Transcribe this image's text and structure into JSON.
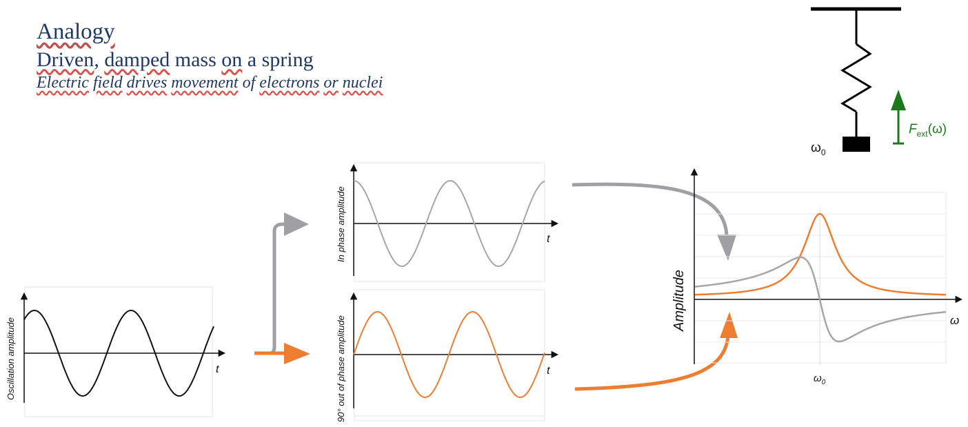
{
  "header": {
    "title": "Analogy",
    "subtitle_parts": [
      "Driven",
      ", ",
      "damped",
      " mass ",
      "on",
      " a spring"
    ],
    "subtitle2_parts": [
      "Electric",
      " ",
      "field",
      " ",
      "drives",
      " ",
      "movement",
      " of ",
      "electrons",
      " ",
      "or",
      " ",
      "nuclei"
    ]
  },
  "spring_diagram": {
    "resonance_label": "ω",
    "resonance_sub": "0",
    "force_label": "F",
    "force_sub": "ext",
    "force_arg": "(ω)",
    "force_color": "#1a7a1a"
  },
  "panels": {
    "oscillation": {
      "ylabel": "Oscillation amplitude",
      "xlabel": "t",
      "color": "#111111"
    },
    "in_phase": {
      "ylabel": "In phase amplitude",
      "xlabel": "t",
      "color": "#a6a6a6"
    },
    "out_of_phase": {
      "ylabel": "90° out of phase amplitude",
      "xlabel": "t",
      "color": "#ed7d31"
    },
    "spectrum": {
      "ylabel": "Amplitude",
      "xlabel": "ω",
      "tick_main": "ω",
      "tick_sub": "0"
    }
  },
  "colors": {
    "gray_arrow": "#9fa0a3",
    "orange_arrow": "#ed7d31",
    "axis": "#333333"
  }
}
